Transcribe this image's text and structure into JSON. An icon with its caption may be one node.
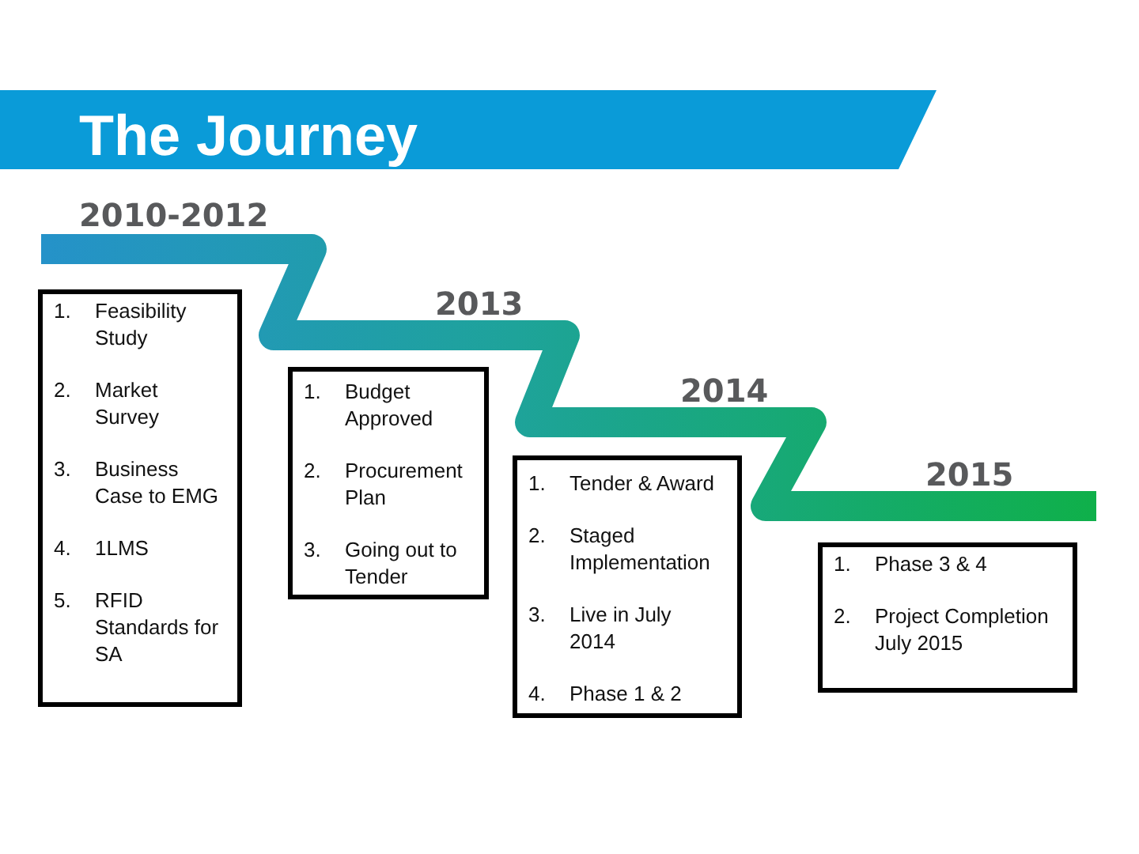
{
  "diagram": {
    "title": "The Journey",
    "nodes": [
      {
        "text": [
          "1. Feasibility Study",
          "2. Market Survey",
          "3. Business Case to EMG",
          "4. 1LMS",
          "5. RFID Standards for SA"
        ]
      },
      {
        "text": [
          "1. Budget Approved",
          "2. Procurement Plan",
          "3. Going out to Tender"
        ]
      },
      {
        "text": [
          "1. Tender & Award",
          "2. Staged Implementation",
          "3. Live in July 2014",
          "4. Phase 1 & 2"
        ]
      },
      {
        "text": [
          "1. Phase 3 & 4",
          "2. Project Completion July 2015"
        ]
      }
    ],
    "labels": [
      "2010-2012",
      "2013",
      "2014",
      "2015"
    ]
  }
}
